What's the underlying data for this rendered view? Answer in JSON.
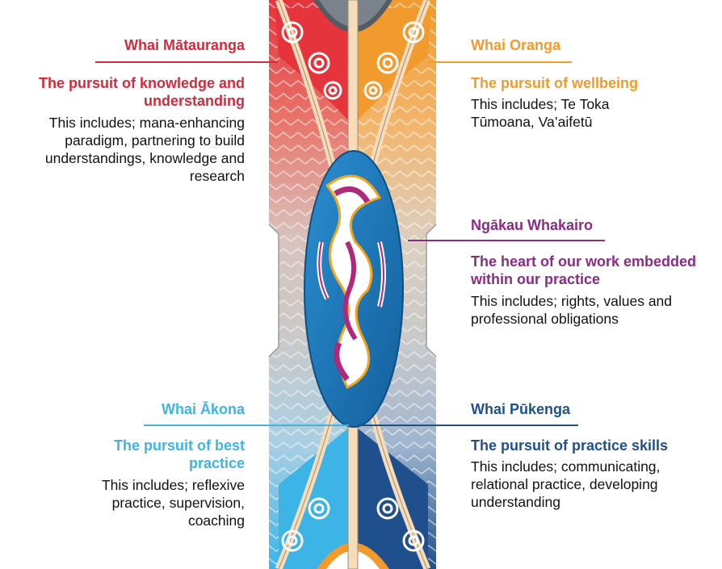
{
  "colors": {
    "red": "#d42a3c",
    "orange": "#f19a2e",
    "purple": "#8a2b86",
    "light_blue": "#3db4e6",
    "dark_blue": "#1f4f8c",
    "oval_blue": "#1d7bbf",
    "grey": "#bdbdbd"
  },
  "sections": {
    "matauranga": {
      "title": "Whai Mātauranga",
      "subtitle": "The pursuit of knowledge and understanding",
      "body": "This includes; mana-enhancing paradigm, partnering to build understandings, knowledge and research"
    },
    "oranga": {
      "title": "Whai Oranga",
      "subtitle": "The pursuit of wellbeing",
      "body": "This includes; Te Toka Tūmoana, Va’aifetū"
    },
    "ngakau": {
      "title": "Ngākau Whakairo",
      "subtitle": "The heart of our work embedded within our practice",
      "body": "This includes; rights, values and professional obligations"
    },
    "akona": {
      "title": "Whai Ākona",
      "subtitle": "The pursuit of best practice",
      "body": "This includes; reflexive practice, supervision, coaching"
    },
    "pukenga": {
      "title": "Whai Pūkenga",
      "subtitle": "The pursuit of practice skills",
      "body": "This includes; communicating, relational practice, developing understanding"
    }
  }
}
